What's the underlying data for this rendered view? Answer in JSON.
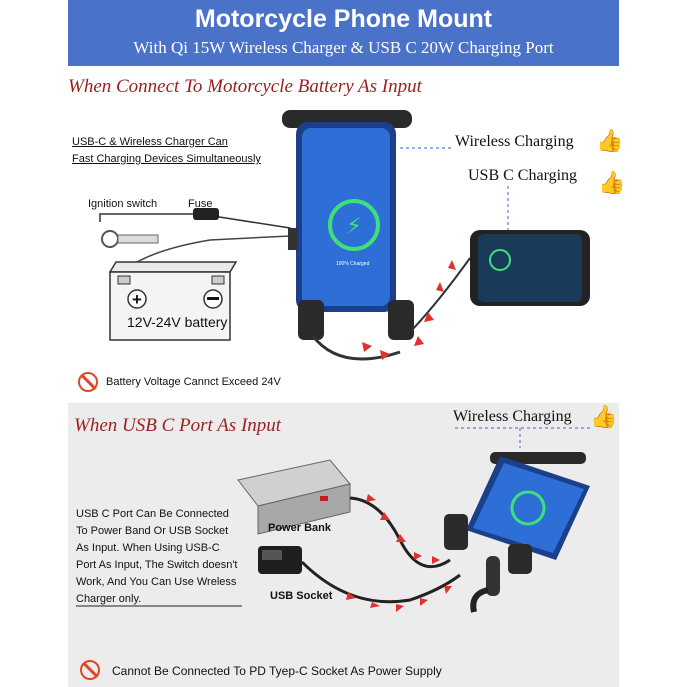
{
  "header": {
    "title": "Motorcycle Phone Mount",
    "subtitle": "With Qi 15W Wireless Charger & USB C 20W Charging Port"
  },
  "section1": {
    "title": "When Connect To Motorcycle Battery As Input",
    "note_line1": "USB-C & Wireless Charger Can",
    "note_line2": "Fast Charging Devices Simultaneously",
    "ignition_label": "Ignition switch",
    "fuse_label": "Fuse",
    "battery_label": "12V-24V battery",
    "wireless_label": "Wireless Charging",
    "usbc_label": "USB C Charging",
    "screen_text": "100% Charged",
    "warning": "Battery Voltage Cannct Exceed 24V"
  },
  "section2": {
    "title": "When USB C Port As Input",
    "wireless_label": "Wireless Charging",
    "power_bank_label": "Power Bank",
    "usb_socket_label": "USB Socket",
    "note_lines": [
      "USB C Port Can Be Connected",
      "To Power Band Or USB Socket",
      "As Input. When Using USB-C",
      "Port As Input, The Switch doesn't",
      "Work, And You Can Use Wreless",
      "Charger only."
    ],
    "warning": "Cannot Be Connected To PD Tyep-C Socket As Power Supply"
  },
  "colors": {
    "banner": "#4a72c9",
    "section_title": "#9a1f1f",
    "arrow": "#e03030",
    "warning": "#e0462a"
  }
}
